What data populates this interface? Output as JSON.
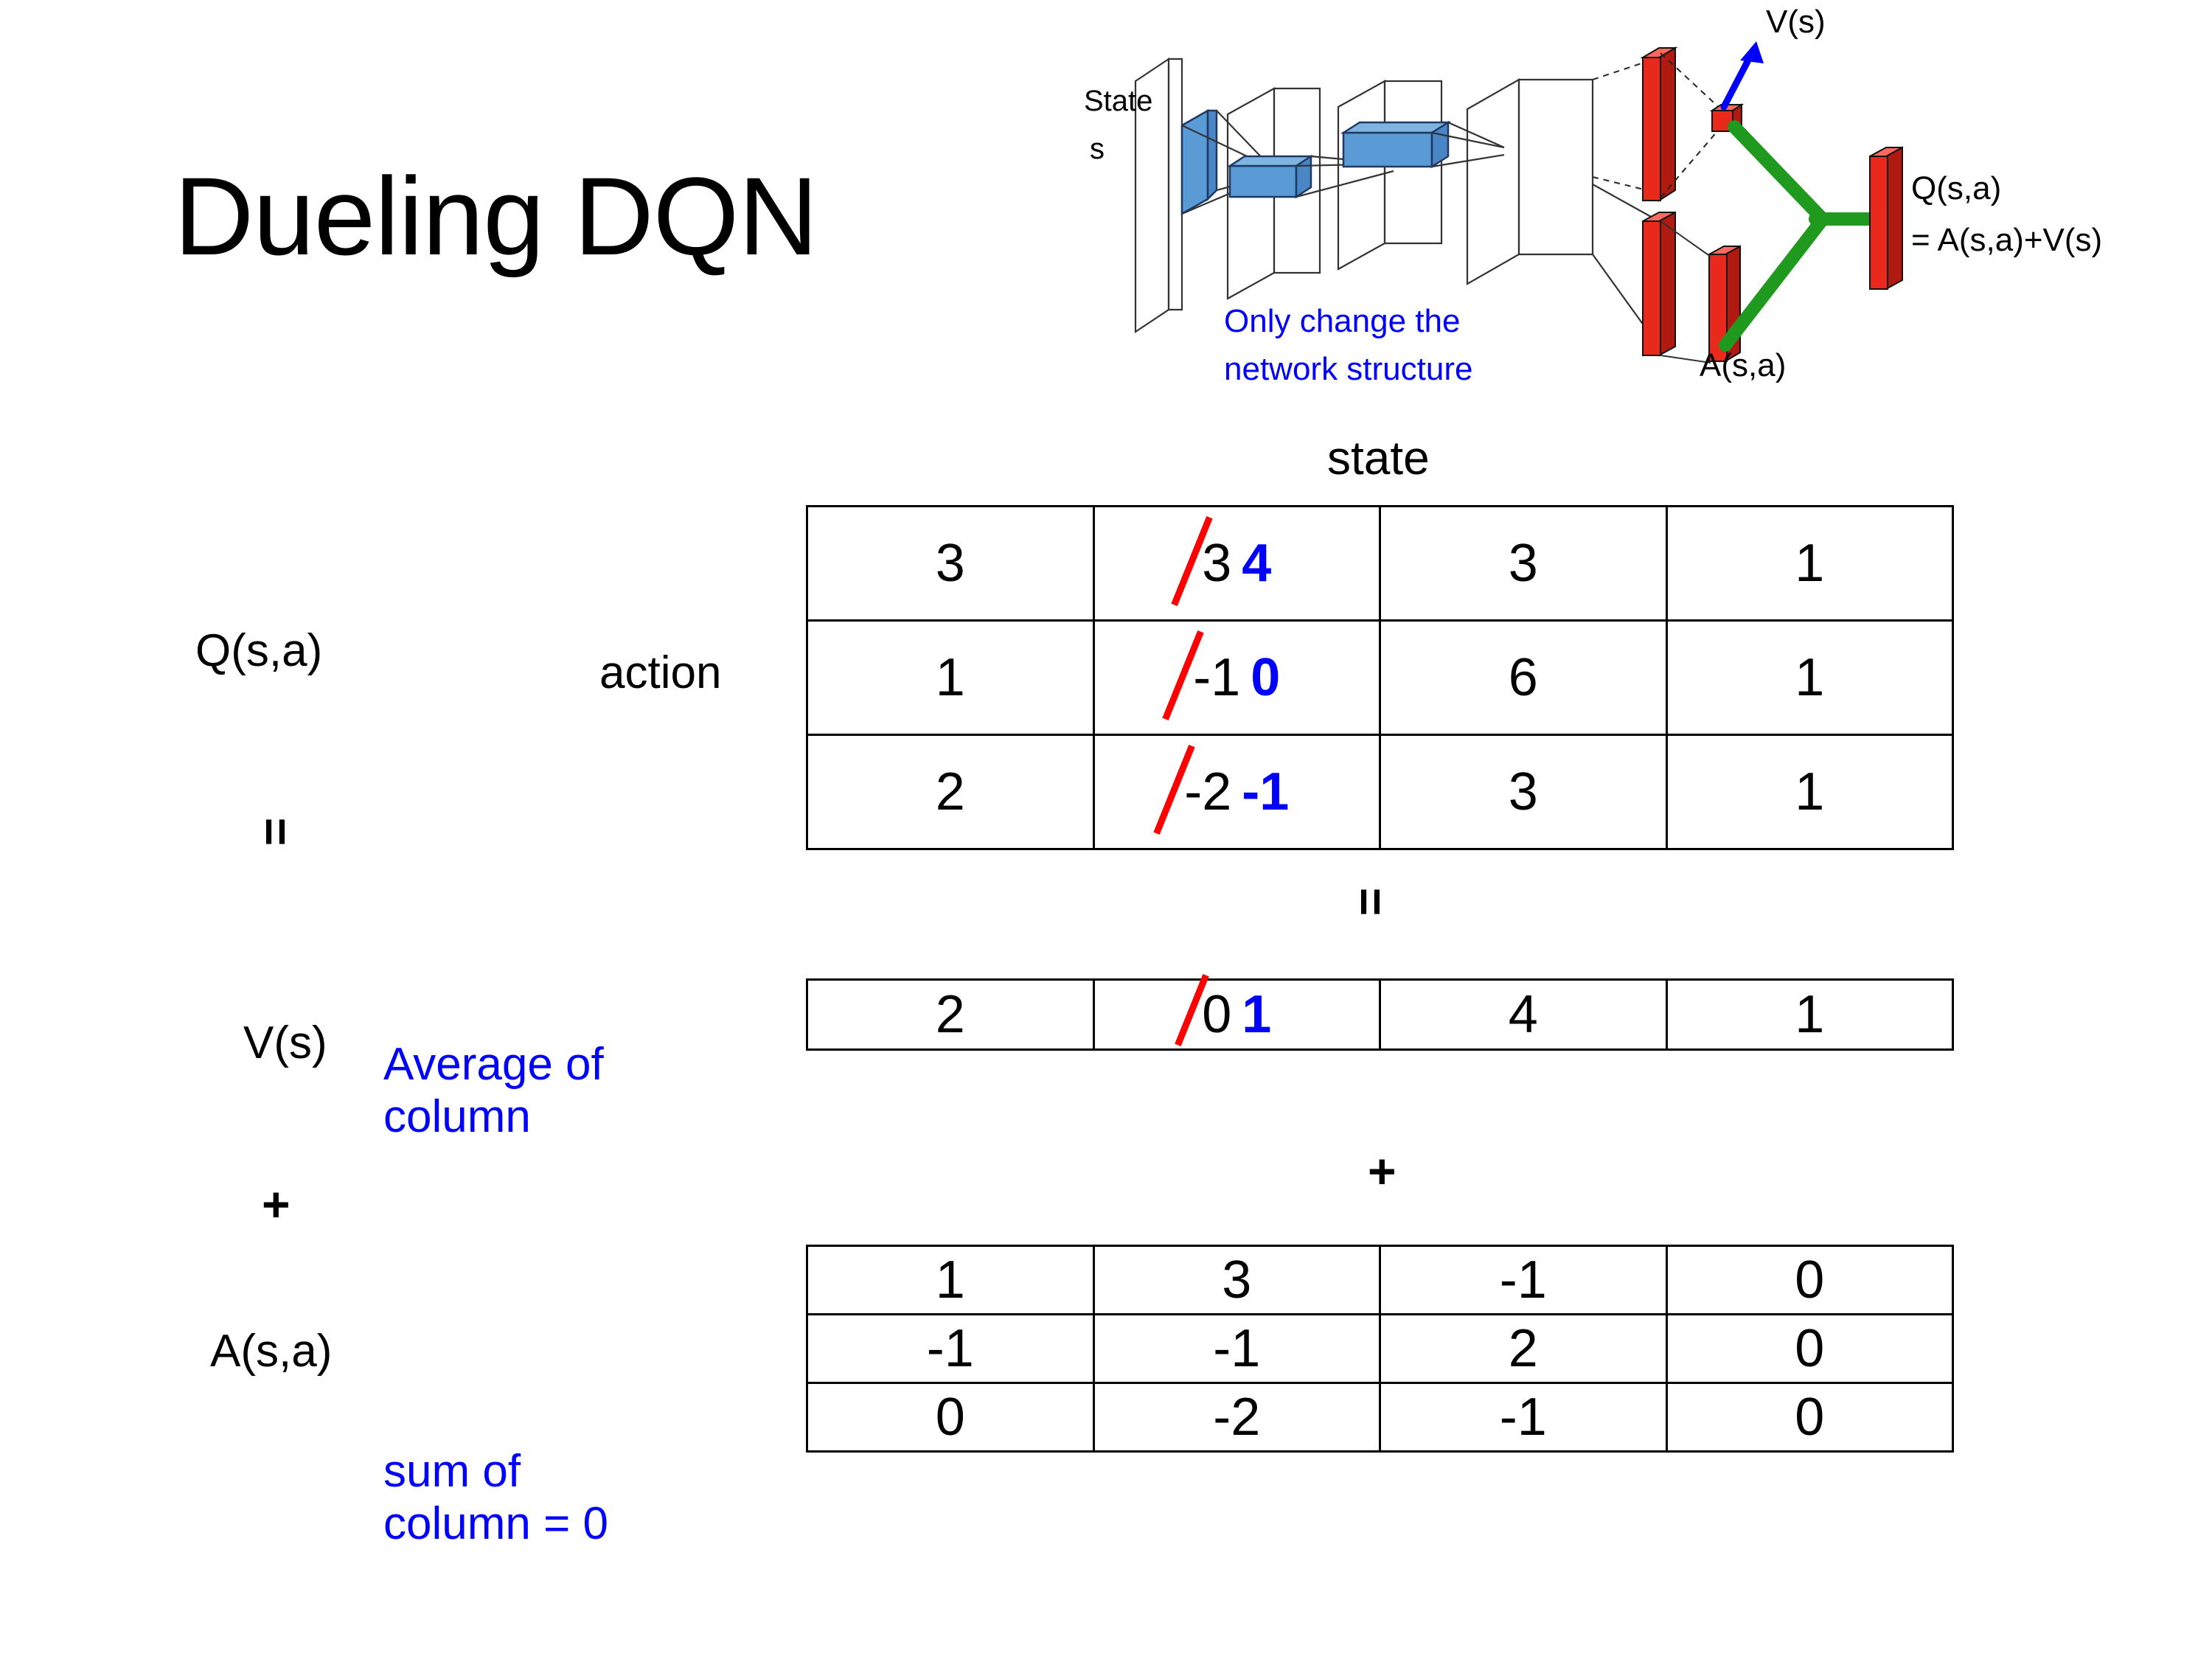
{
  "slide": {
    "title": "Dueling DQN"
  },
  "diagram": {
    "name": "dueling-dqn-network-architecture",
    "input_label_line1": "State",
    "input_label_line2": "s",
    "note_line1": "Only change the",
    "note_line2": "network structure",
    "value_label": "V(s)",
    "advantage_label": "A(s,a)",
    "q_label_line1": "Q(s,a)",
    "q_label_line2": "= A(s,a)+V(s)",
    "colors": {
      "note": "#0000ff",
      "arrow": "#0000ff",
      "stream_bars": "#e8291c",
      "combine": "#1f9a1f",
      "conv_blue": "#5b9bd5"
    }
  },
  "labels": {
    "state": "state",
    "action": "action",
    "q_label": "Q(s,a)",
    "v_label": "V(s)",
    "a_label": "A(s,a)",
    "equals_left": "=",
    "equals_mid": "=",
    "plus_left": "+",
    "plus_mid": "+",
    "average_of_column_line1": "Average of",
    "average_of_column_line2": "column",
    "sum_of_column_line1": "sum of",
    "sum_of_column_line2": "column = 0",
    "colors": {
      "annotation_blue": "#0000ff",
      "strikethrough_red": "#ff0000"
    }
  },
  "chart_data": {
    "type": "table",
    "title": "Dueling DQN: Q(s,a) = V(s) + A(s,a)",
    "axis_labels": {
      "columns": "state",
      "rows": "action"
    },
    "tables": [
      {
        "name": "Q(s,a)",
        "rows": 3,
        "cols": 4,
        "values": [
          [
            "3",
            "3",
            "3",
            "1"
          ],
          [
            "1",
            "-1",
            "6",
            "1"
          ],
          [
            "2",
            "-2",
            "3",
            "1"
          ]
        ],
        "edits": [
          {
            "row": 0,
            "col": 1,
            "old": "3",
            "new": "4"
          },
          {
            "row": 1,
            "col": 1,
            "old": "-1",
            "new": "0"
          },
          {
            "row": 2,
            "col": 1,
            "old": "-2",
            "new": "-1"
          }
        ]
      },
      {
        "name": "V(s)",
        "rows": 1,
        "cols": 4,
        "values": [
          [
            "2",
            "0",
            "4",
            "1"
          ]
        ],
        "edits": [
          {
            "row": 0,
            "col": 1,
            "old": "0",
            "new": "1"
          }
        ]
      },
      {
        "name": "A(s,a)",
        "rows": 3,
        "cols": 4,
        "values": [
          [
            "1",
            "3",
            "-1",
            "0"
          ],
          [
            "-1",
            "-1",
            "2",
            "0"
          ],
          [
            "0",
            "-2",
            "-1",
            "0"
          ]
        ],
        "edits": []
      }
    ]
  }
}
